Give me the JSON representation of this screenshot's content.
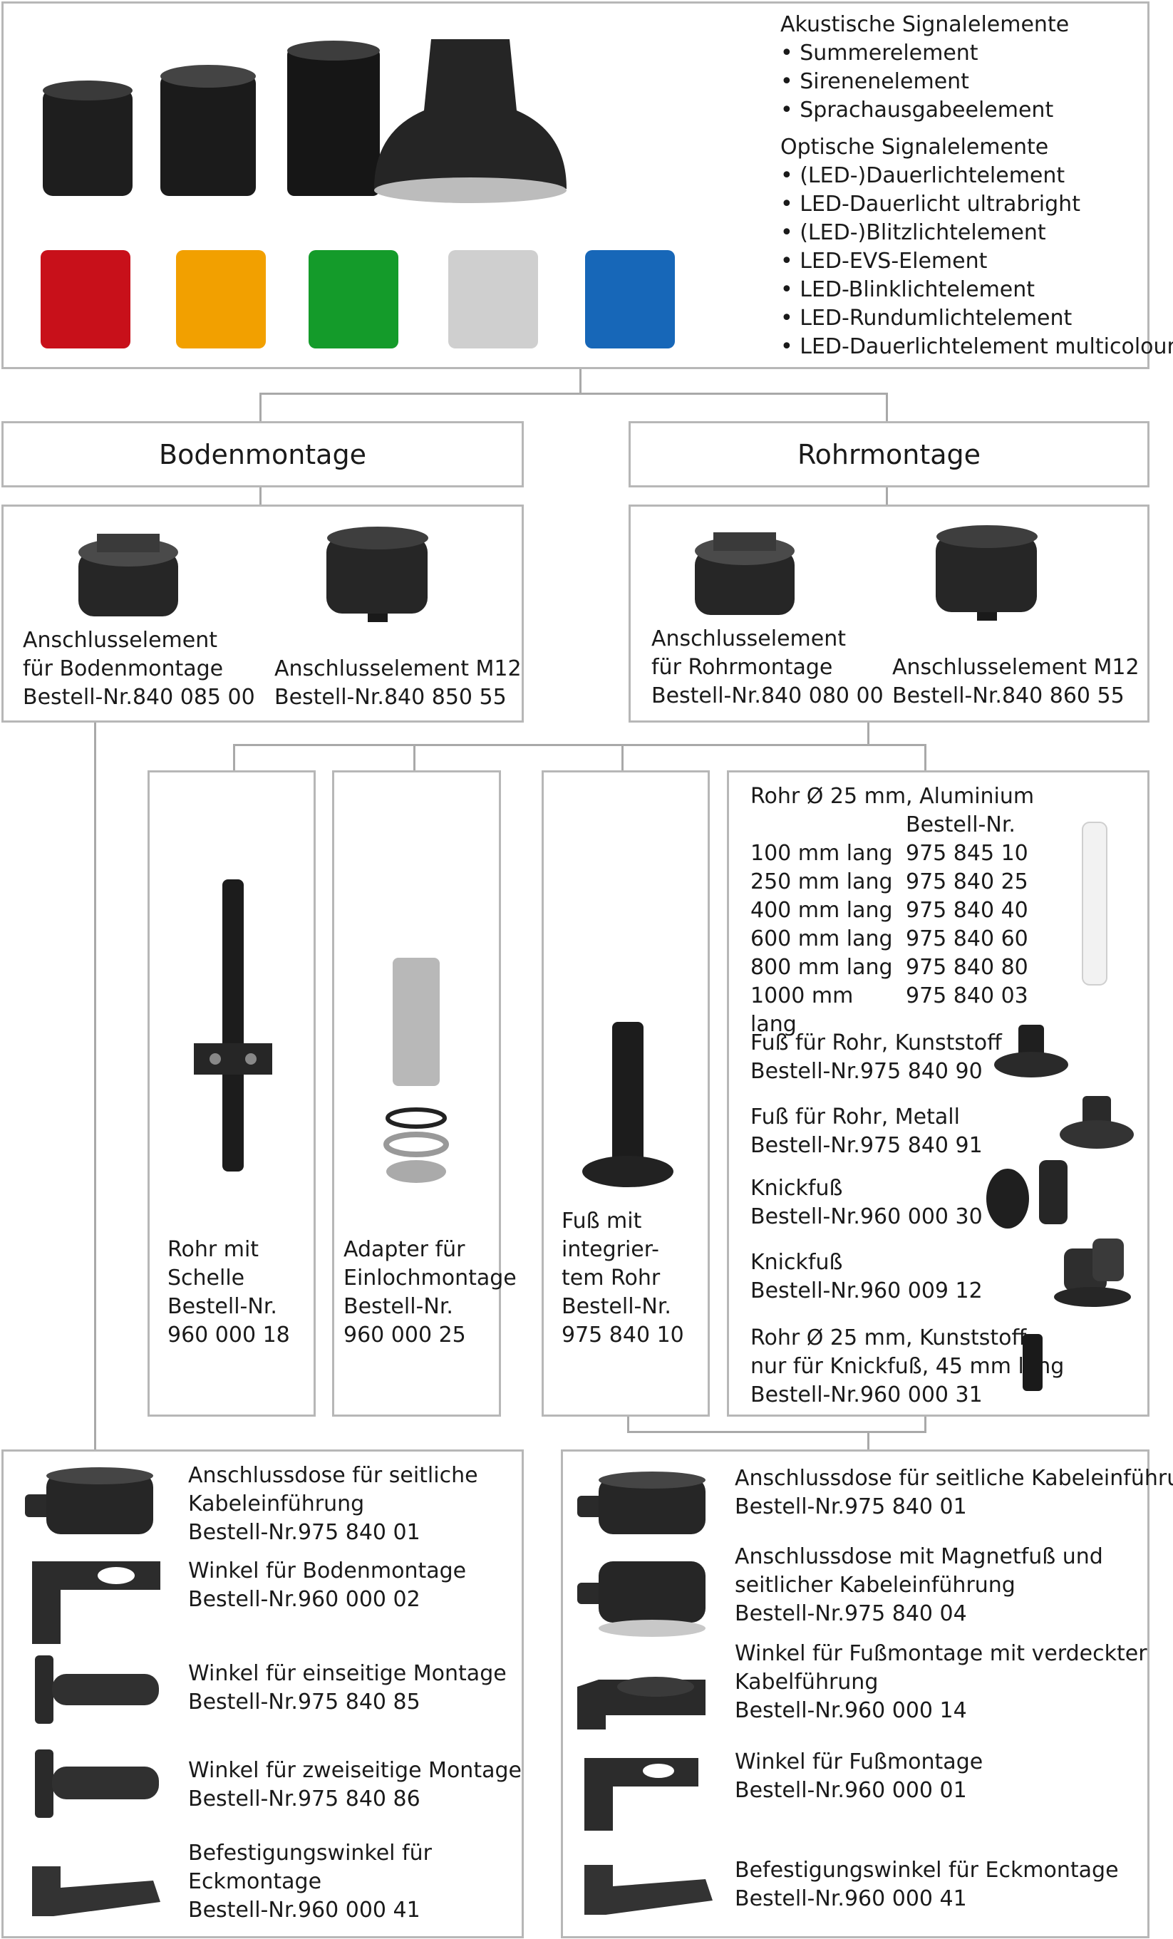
{
  "colors": {
    "border": "#b7b7b7",
    "line": "#a9a9a9",
    "red": "#c8101a",
    "orange": "#f2a000",
    "green": "#149b2a",
    "clear": "#cfcfcf",
    "blue": "#1767b8",
    "dark": "#222222"
  },
  "top": {
    "heading_acoustic": "Akustische Signalelemente",
    "acoustic": [
      "• Summerelement",
      "• Sirenenelement",
      "• Sprachausgabeelement"
    ],
    "heading_optical": "Optische Signalelemente",
    "optical": [
      "• (LED-)Dauerlichtelement",
      "• LED-Dauerlicht ultrabright",
      "• (LED-)Blitzlichtelement",
      "• LED-EVS-Element",
      "• LED-Blinklichtelement",
      "• LED-Rundumlichtelement",
      "• LED-Dauerlichtelement multicolour"
    ]
  },
  "boden": {
    "title": "Bodenmontage",
    "el1": [
      "Anschlusselement",
      "für Bodenmontage",
      "Bestell-Nr.840 085 00"
    ],
    "el2": [
      "Anschlusselement M12",
      "Bestell-Nr.840 850 55"
    ]
  },
  "rohr": {
    "title": "Rohrmontage",
    "el1": [
      "Anschlusselement",
      "für Rohrmontage",
      "Bestell-Nr.840 080 00"
    ],
    "el2": [
      "Anschlusselement M12",
      "Bestell-Nr.840 860 55"
    ]
  },
  "options": {
    "o1": [
      "Rohr mit",
      "Schelle",
      "Bestell-Nr.",
      "960 000 18"
    ],
    "o2": [
      "Adapter für",
      "Einlochmontage",
      "Bestell-Nr.",
      "960 000 25"
    ],
    "o3": [
      "Fuß mit",
      "integrier-",
      "tem Rohr",
      "Bestell-Nr.",
      "975 840 10"
    ]
  },
  "pipes": {
    "heading": "Rohr Ø 25 mm, Aluminium",
    "col2": "Bestell-Nr.",
    "rows": [
      {
        "len": "100 mm lang",
        "nr": "975 845 10"
      },
      {
        "len": "250 mm lang",
        "nr": "975 840 25"
      },
      {
        "len": "400 mm lang",
        "nr": "975 840 40"
      },
      {
        "len": "600 mm lang",
        "nr": "975 840 60"
      },
      {
        "len": "800 mm lang",
        "nr": "975 840 80"
      },
      {
        "len": "1000 mm lang",
        "nr": "975 840 03"
      }
    ],
    "f1": [
      "Fuß für Rohr, Kunststoff",
      "Bestell-Nr.975 840 90"
    ],
    "f2": [
      "Fuß für Rohr, Metall",
      "Bestell-Nr.975 840 91"
    ],
    "f3": [
      "Knickfuß",
      "Bestell-Nr.960 000 30"
    ],
    "f4": [
      "Knickfuß",
      "Bestell-Nr.960 009 12"
    ],
    "f5": [
      "Rohr Ø 25 mm, Kunststoff,",
      "nur für Knickfuß, 45 mm lang",
      "Bestell-Nr.960 000 31"
    ]
  },
  "bottom_left": {
    "i1": [
      "Anschlussdose für seitliche",
      "Kabeleinführung",
      "Bestell-Nr.975 840 01"
    ],
    "i2": [
      "Winkel für Bodenmontage",
      "Bestell-Nr.960 000 02"
    ],
    "i3": [
      "Winkel für einseitige Montage",
      "Bestell-Nr.975 840 85"
    ],
    "i4": [
      "Winkel für zweiseitige Montage",
      "Bestell-Nr.975 840 86"
    ],
    "i5": [
      "Befestigungswinkel für",
      "Eckmontage",
      "Bestell-Nr.960 000 41"
    ]
  },
  "bottom_right": {
    "i1": [
      "Anschlussdose für seitliche Kabeleinführung",
      "Bestell-Nr.975 840 01"
    ],
    "i2": [
      "Anschlussdose mit Magnetfuß und",
      "seitlicher Kabeleinführung",
      "Bestell-Nr.975 840 04"
    ],
    "i3": [
      "Winkel für Fußmontage mit verdeckter",
      "Kabelführung",
      "Bestell-Nr.960 000 14"
    ],
    "i4": [
      "Winkel für Fußmontage",
      "Bestell-Nr.960 000 01"
    ],
    "i5": [
      "Befestigungswinkel für Eckmontage",
      "Bestell-Nr.960 000 41"
    ]
  }
}
